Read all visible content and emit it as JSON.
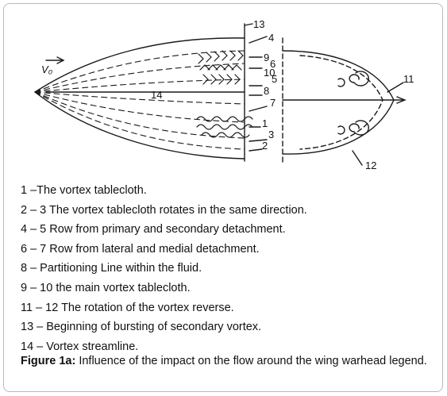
{
  "diagram": {
    "velocity_label": "V₀",
    "callouts": [
      "13",
      "4",
      "9",
      "10",
      "6",
      "5",
      "8",
      "7",
      "14",
      "1",
      "3",
      "2",
      "11",
      "12"
    ]
  },
  "legend": [
    "1 –The vortex tablecloth.",
    "2 – 3 The vortex tablecloth rotates in the same direction.",
    "4 – 5 Row from primary and secondary detachment.",
    "6 – 7 Row from lateral and medial detachment.",
    "8 –  Partitioning Line within the fluid.",
    "9 – 10 the main vortex tablecloth.",
    "11 – 12  The rotation of the vortex reverse.",
    "13 – Beginning of bursting of secondary vortex.",
    "14 – Vortex streamline."
  ],
  "caption": {
    "label": "Figure 1a:",
    "text": " Influence of the impact on the flow around the wing warhead legend."
  }
}
